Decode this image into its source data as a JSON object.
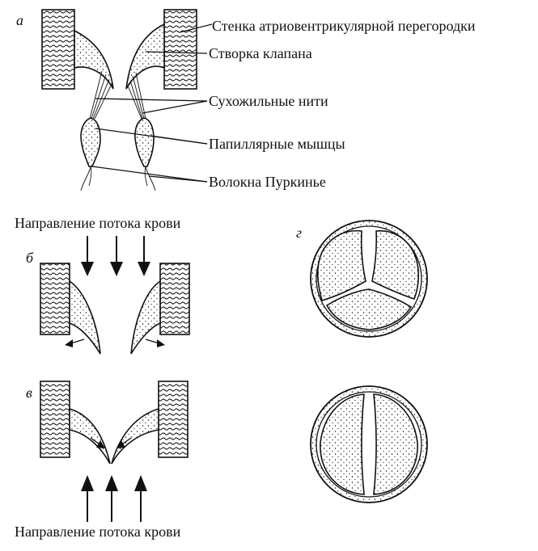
{
  "panels": {
    "a": "а",
    "b": "б",
    "v": "в",
    "g": "г"
  },
  "labels": {
    "septum_wall": "Стенка атриовентрикулярной перегородки",
    "valve_cusp": "Створка клапана",
    "chordae": "Сухожильные нити",
    "papillary": "Папиллярные мышцы",
    "purkinje": "Волокна Пуркинье",
    "flow_top": "Направление потока крови",
    "flow_bottom": "Направление потока крови"
  }
}
